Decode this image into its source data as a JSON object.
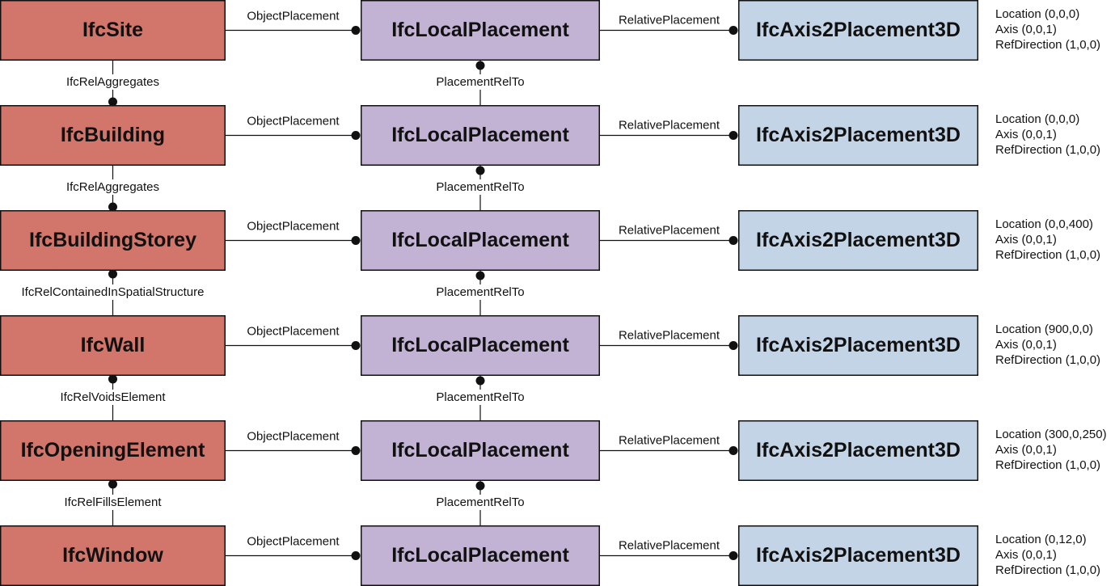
{
  "colors": {
    "entity": "#d2756b",
    "placement": "#c2b3d5",
    "axis": "#c3d4e6",
    "border": "#111111",
    "line": "#111111"
  },
  "link_labels": {
    "object_placement": "ObjectPlacement",
    "relative_placement": "RelativePlacement",
    "placement_rel_to": "PlacementRelTo"
  },
  "rows": [
    {
      "entity": "IfcSite",
      "placement": "IfcLocalPlacement",
      "axis_placement": "IfcAxis2Placement3D",
      "attributes": [
        "Location (0,0,0)",
        "Axis (0,0,1)",
        "RefDirection (1,0,0)"
      ]
    },
    {
      "entity": "IfcBuilding",
      "placement": "IfcLocalPlacement",
      "axis_placement": "IfcAxis2Placement3D",
      "attributes": [
        "Location (0,0,0)",
        "Axis (0,0,1)",
        "RefDirection (1,0,0)"
      ]
    },
    {
      "entity": "IfcBuildingStorey",
      "placement": "IfcLocalPlacement",
      "axis_placement": "IfcAxis2Placement3D",
      "attributes": [
        "Location (0,0,400)",
        "Axis (0,0,1)",
        "RefDirection (1,0,0)"
      ]
    },
    {
      "entity": "IfcWall",
      "placement": "IfcLocalPlacement",
      "axis_placement": "IfcAxis2Placement3D",
      "attributes": [
        "Location (900,0,0)",
        "Axis (0,0,1)",
        "RefDirection (1,0,0)"
      ]
    },
    {
      "entity": "IfcOpeningElement",
      "placement": "IfcLocalPlacement",
      "axis_placement": "IfcAxis2Placement3D",
      "attributes": [
        "Location (300,0,250)",
        "Axis (0,0,1)",
        "RefDirection (1,0,0)"
      ]
    },
    {
      "entity": "IfcWindow",
      "placement": "IfcLocalPlacement",
      "axis_placement": "IfcAxis2Placement3D",
      "attributes": [
        "Location (0,12,0)",
        "Axis (0,0,1)",
        "RefDirection (1,0,0)"
      ]
    }
  ],
  "relationships": [
    "IfcRelAggregates",
    "IfcRelAggregates",
    "IfcRelContainedInSpatialStructure",
    "IfcRelVoidsElement",
    "IfcRelFillsElement"
  ]
}
